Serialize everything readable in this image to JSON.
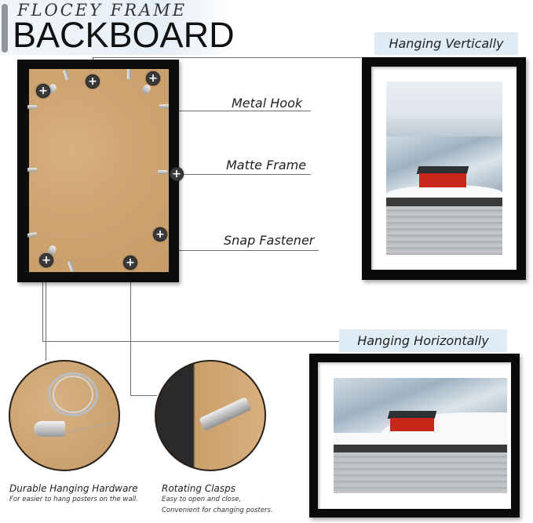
{
  "header": {
    "brand": "FLOCEY FRAME",
    "title": "BACKBOARD"
  },
  "callouts": {
    "metal_hook": "Metal Hook",
    "matte_frame": "Matte Frame",
    "snap_fastener": "Snap Fastener"
  },
  "orientations": {
    "vertical": "Hanging Vertically",
    "horizontal": "Hanging Horizontally"
  },
  "features": [
    {
      "title": "Durable Hanging Hardware",
      "lines": [
        "For easier to hang posters on the wall."
      ]
    },
    {
      "title": "Rotating Clasps",
      "lines": [
        "Easy to open and close,",
        "Convenient for changing posters."
      ]
    }
  ],
  "icons": {
    "marker": "+"
  },
  "colors": {
    "frame": "#0a0a0a",
    "backboard": "#cfa572",
    "tag_bg": "#dfecf6",
    "hut": "#c8271c",
    "connector": "#6e6e6e"
  }
}
